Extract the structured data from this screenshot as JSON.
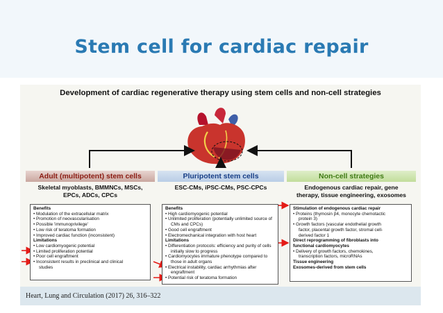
{
  "slide": {
    "title": "Stem cell for cardiac repair"
  },
  "figure": {
    "title": "Development of cardiac regenerative therapy using stem cells and non-cell strategies",
    "columns": [
      {
        "header": "Adult (multipotent) stem cells",
        "subtitle": "Skeletal myoblasts, BMMNCs, MSCs,\nEPCs, ADCs, CPCs",
        "lines": [
          "Benefits",
          "Modulation of the extracellular matrix",
          "Promotion of neovascularisation",
          "Possible 'immunoprivilege'",
          "Low risk of teratoma formation",
          "Improved cardiac function (inconsistent)",
          "Limitations",
          "Low cardiomyogenic potential",
          "Limited proliferation potential",
          "Poor cell engraftment",
          "Inconsistent results in preclinical and clinical",
          "studies"
        ]
      },
      {
        "header": "Pluripotent stem cells",
        "subtitle": "ESC-CMs, iPSC-CMs, PSC-CPCs",
        "lines": [
          "Benefits",
          "High cardiomyogenic potential",
          "Unlimited proliferation (potentially unlimited source of",
          "CMs and CPCs)",
          "Good cell engraftment",
          "Electromechanical integration with host heart",
          "Limitations",
          "Differentiation protocols: efficiency and purity of cells",
          "initially slow to progress",
          "Cardiomyocytes immature phenotype compared to",
          "those in adult organs",
          "Electrical instability, cardiac arrhythmias after",
          "engraftment",
          "Potential risk of teratoma formation"
        ]
      },
      {
        "header": "Non-cell strategies",
        "subtitle": "Endogenous cardiac repair, gene\ntherapy, tissue engineering, exosomes",
        "lines": [
          "Stimulation of endogenous cardiac repair",
          "Proteins (thymosin β4, monocyte chemotactic",
          "protein 3)",
          "Growth factors (vascular endothelial growth",
          "factor, placental growth factor, stromal cell-",
          "derived factor 1",
          "Direct reprogramming of fibroblasts into",
          "functional cardiomyocytes",
          "Delivery of growth factors, chemokines,",
          "transcription factors, microRNAs",
          "Tissue engineering",
          "Exosomes-derived from stem cells"
        ]
      }
    ]
  },
  "citation": "Heart, Lung and Circulation (2017) 26, 316–322",
  "colors": {
    "title": "#2a7ab3",
    "arrow_red": "#e41b17",
    "adult": "#8b1c13",
    "pluripotent": "#173e86",
    "noncell": "#3f7a14"
  }
}
